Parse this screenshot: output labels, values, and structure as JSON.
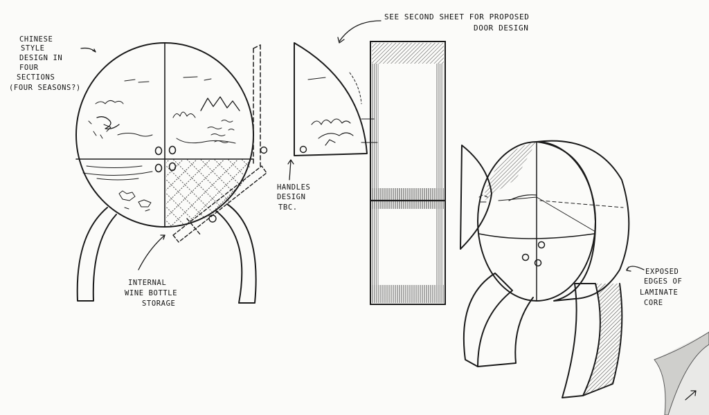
{
  "annotations": {
    "chinese_style": [
      "CHINESE",
      "STYLE",
      "DESIGN IN",
      "FOUR",
      "SECTIONS",
      "(FOUR SEASONS?)"
    ],
    "see_second_sheet": [
      "SEE SECOND SHEET FOR PROPOSED",
      "DOOR DESIGN"
    ],
    "handles": [
      "HANDLES",
      "DESIGN",
      "TBC."
    ],
    "internal_storage": [
      "INTERNAL",
      "WINE BOTTLE",
      "STORAGE"
    ],
    "exposed_edges": [
      "EXPOSED",
      "EDGES OF",
      "LAMINATE",
      "CORE"
    ]
  },
  "colors": {
    "ink": "#1a1a1a",
    "paper": "#fbfbf9"
  }
}
